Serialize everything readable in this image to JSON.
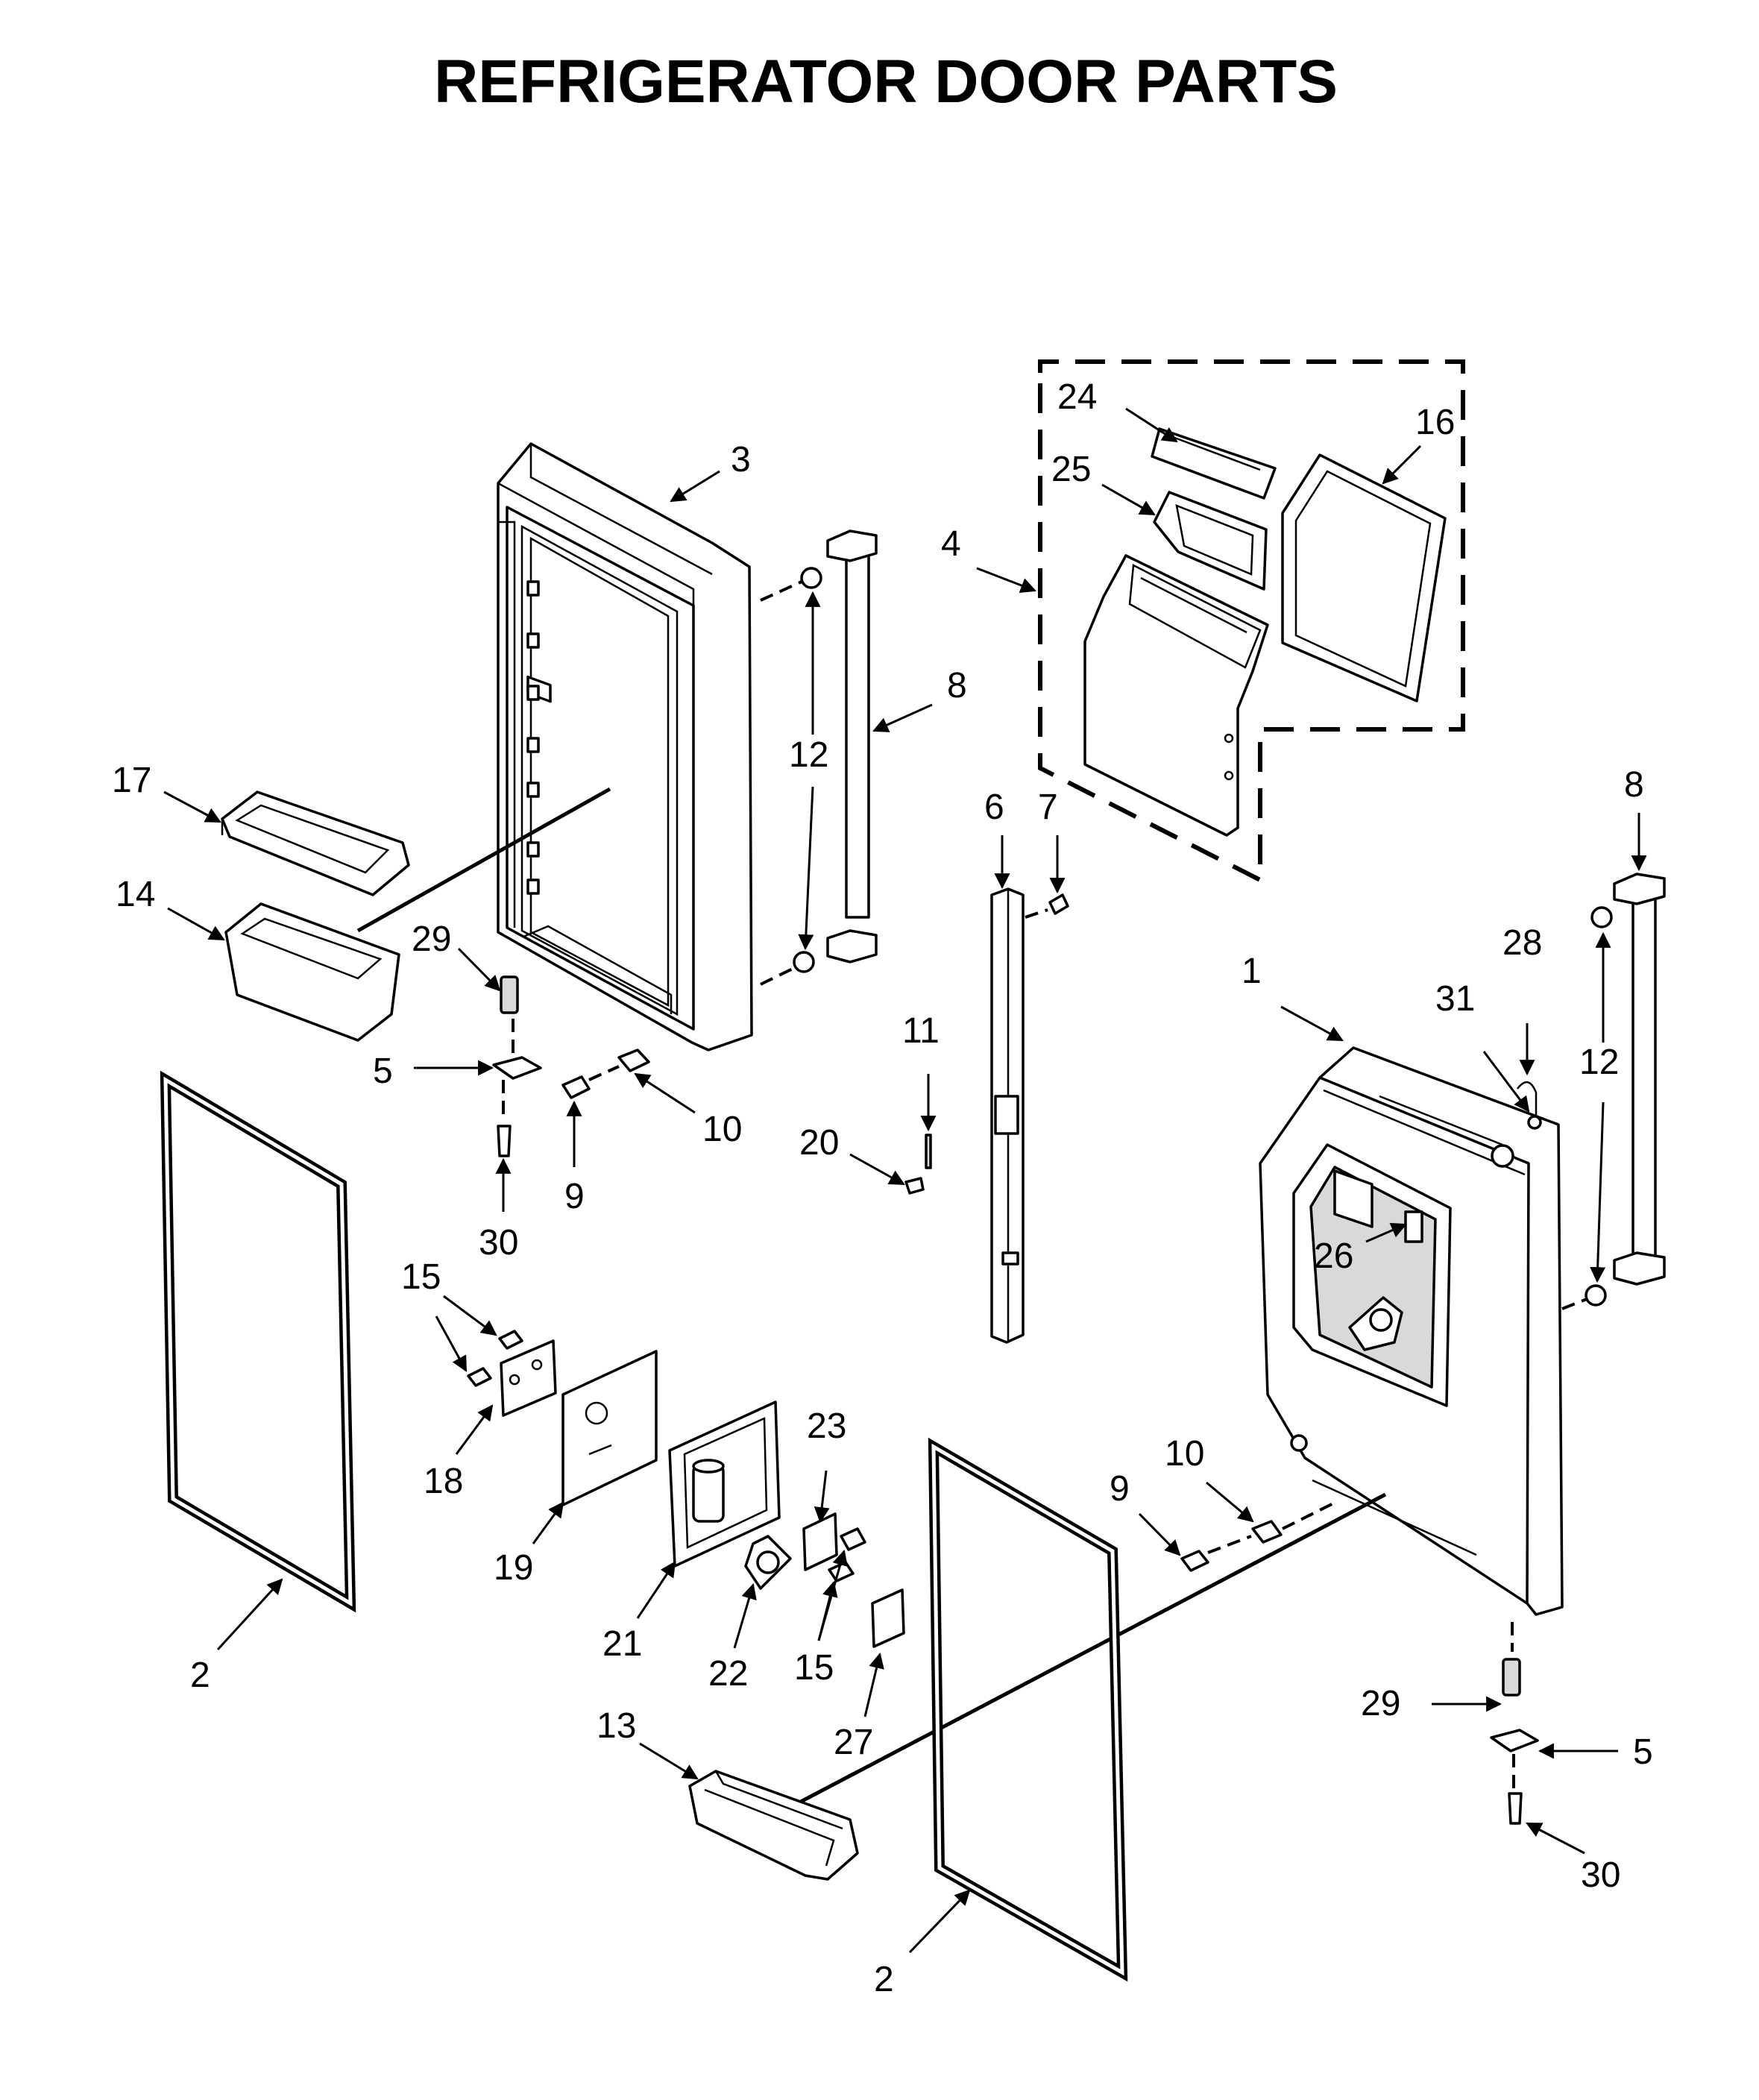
{
  "title": "REFRIGERATOR DOOR PARTS",
  "callouts": [
    {
      "id": "c-3",
      "label": "3"
    },
    {
      "id": "c-24",
      "label": "24"
    },
    {
      "id": "c-16",
      "label": "16"
    },
    {
      "id": "c-25",
      "label": "25"
    },
    {
      "id": "c-4",
      "label": "4"
    },
    {
      "id": "c-8a",
      "label": "8"
    },
    {
      "id": "c-12a",
      "label": "12"
    },
    {
      "id": "c-17",
      "label": "17"
    },
    {
      "id": "c-14",
      "label": "14"
    },
    {
      "id": "c-6",
      "label": "6"
    },
    {
      "id": "c-7",
      "label": "7"
    },
    {
      "id": "c-8b",
      "label": "8"
    },
    {
      "id": "c-29a",
      "label": "29"
    },
    {
      "id": "c-28",
      "label": "28"
    },
    {
      "id": "c-1",
      "label": "1"
    },
    {
      "id": "c-31",
      "label": "31"
    },
    {
      "id": "c-11",
      "label": "11"
    },
    {
      "id": "c-5a",
      "label": "5"
    },
    {
      "id": "c-12b",
      "label": "12"
    },
    {
      "id": "c-10a",
      "label": "10"
    },
    {
      "id": "c-20",
      "label": "20"
    },
    {
      "id": "c-9a",
      "label": "9"
    },
    {
      "id": "c-30a",
      "label": "30"
    },
    {
      "id": "c-26",
      "label": "26"
    },
    {
      "id": "c-15a",
      "label": "15"
    },
    {
      "id": "c-23",
      "label": "23"
    },
    {
      "id": "c-10b",
      "label": "10"
    },
    {
      "id": "c-18",
      "label": "18"
    },
    {
      "id": "c-9b",
      "label": "9"
    },
    {
      "id": "c-19",
      "label": "19"
    },
    {
      "id": "c-21",
      "label": "21"
    },
    {
      "id": "c-2a",
      "label": "2"
    },
    {
      "id": "c-22",
      "label": "22"
    },
    {
      "id": "c-15b",
      "label": "15"
    },
    {
      "id": "c-29b",
      "label": "29"
    },
    {
      "id": "c-13",
      "label": "13"
    },
    {
      "id": "c-27",
      "label": "27"
    },
    {
      "id": "c-5b",
      "label": "5"
    },
    {
      "id": "c-30b",
      "label": "30"
    },
    {
      "id": "c-2b",
      "label": "2"
    }
  ]
}
